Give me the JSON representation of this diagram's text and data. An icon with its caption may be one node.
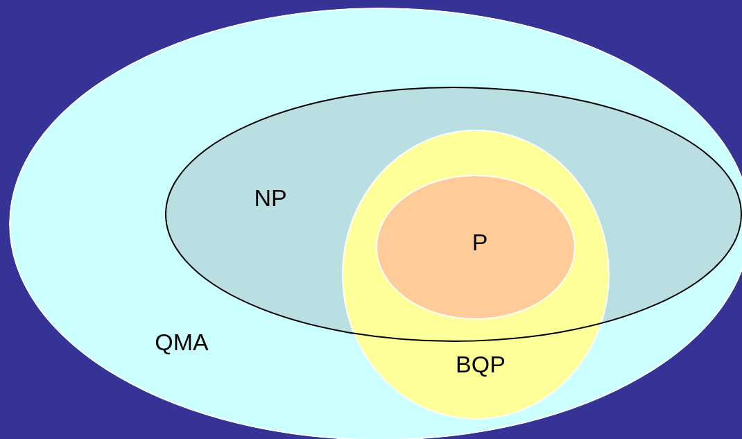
{
  "diagram": {
    "nodes": [
      {
        "text": [
          "QMA"
        ]
      },
      {
        "text": [
          "NP"
        ],
        "in": 0
      },
      {
        "text": [
          "BQP"
        ],
        "in": 0
      },
      {
        "text": [
          "P"
        ]
      }
    ]
  }
}
